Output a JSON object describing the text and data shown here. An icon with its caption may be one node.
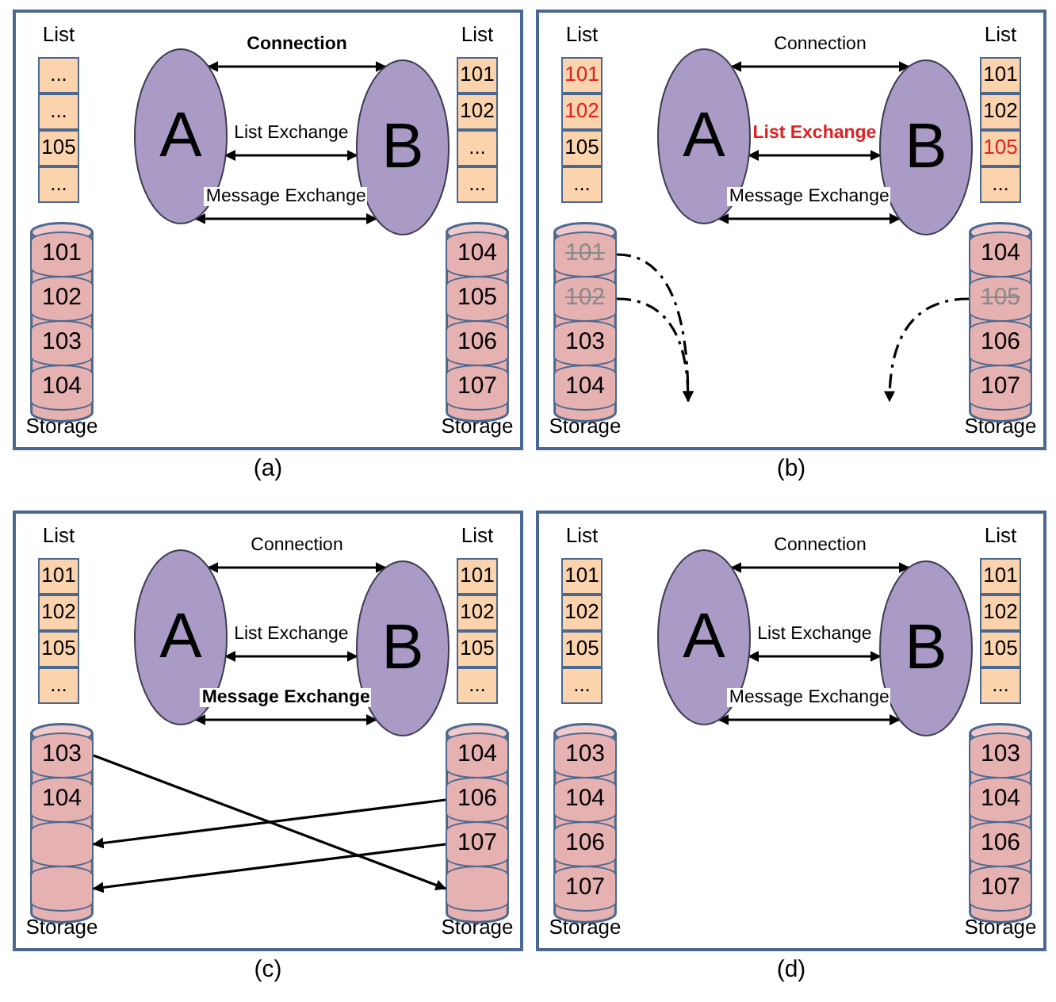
{
  "diagram": {
    "nodes": [
      {
        "text": [],
        "shape": "box",
        "beside": [
          "(a)"
        ]
      },
      {
        "text": [
          "A"
        ],
        "in": 0
      },
      {
        "text": [
          "B"
        ],
        "in": 0
      },
      {
        "text": [
          "List"
        ],
        "in": 0
      },
      {
        "text": [
          "..."
        ],
        "in": 3
      },
      {
        "text": [
          "..."
        ],
        "in": 3
      },
      {
        "text": [
          "105"
        ],
        "in": 3
      },
      {
        "text": [
          "..."
        ],
        "in": 3
      },
      {
        "text": [
          "List"
        ],
        "in": 0
      },
      {
        "text": [
          "101"
        ],
        "in": 8
      },
      {
        "text": [
          "102"
        ],
        "in": 8
      },
      {
        "text": [
          "..."
        ],
        "in": 8
      },
      {
        "text": [
          "..."
        ],
        "in": 8
      },
      {
        "text": [
          "Storage"
        ],
        "in": 0
      },
      {
        "text": [
          "101"
        ],
        "in": 13
      },
      {
        "text": [
          "102"
        ],
        "in": 13
      },
      {
        "text": [
          "103"
        ],
        "in": 13
      },
      {
        "text": [
          "104"
        ],
        "in": 13
      },
      {
        "text": [
          "Storage"
        ],
        "in": 0
      },
      {
        "text": [
          "104"
        ],
        "in": 18
      },
      {
        "text": [
          "105"
        ],
        "in": 18
      },
      {
        "text": [
          "106"
        ],
        "in": 18
      },
      {
        "text": [
          "107"
        ],
        "in": 18
      },
      {
        "text": [],
        "shape": "box",
        "beside": [
          "(b)"
        ]
      },
      {
        "text": [
          "A"
        ],
        "in": 23
      },
      {
        "text": [
          "B"
        ],
        "in": 23
      },
      {
        "text": [
          "List"
        ],
        "in": 23
      },
      {
        "text": [
          "101"
        ],
        "in": 26
      },
      {
        "text": [
          "102"
        ],
        "in": 26
      },
      {
        "text": [
          "105"
        ],
        "in": 26
      },
      {
        "text": [
          "..."
        ],
        "in": 26
      },
      {
        "text": [
          "List"
        ],
        "in": 23
      },
      {
        "text": [
          "101"
        ],
        "in": 31
      },
      {
        "text": [
          "102"
        ],
        "in": 31
      },
      {
        "text": [
          "105"
        ],
        "in": 31
      },
      {
        "text": [
          "..."
        ],
        "in": 31
      },
      {
        "text": [
          "Storage"
        ],
        "in": 23
      },
      {
        "text": [
          "101"
        ],
        "in": 36
      },
      {
        "text": [
          "102"
        ],
        "in": 36
      },
      {
        "text": [
          "103"
        ],
        "in": 36
      },
      {
        "text": [
          "104"
        ],
        "in": 36
      },
      {
        "text": [
          "Storage"
        ],
        "in": 23
      },
      {
        "text": [
          "104"
        ],
        "in": 41
      },
      {
        "text": [
          "105"
        ],
        "in": 41
      },
      {
        "text": [
          "106"
        ],
        "in": 41
      },
      {
        "text": [
          "107"
        ],
        "in": 41
      },
      {
        "text": [],
        "shape": "box",
        "beside": [
          "(c)"
        ]
      },
      {
        "text": [
          "A"
        ],
        "in": 46
      },
      {
        "text": [
          "B"
        ],
        "in": 46
      },
      {
        "text": [
          "List"
        ],
        "in": 46
      },
      {
        "text": [
          "101"
        ],
        "in": 49
      },
      {
        "text": [
          "102"
        ],
        "in": 49
      },
      {
        "text": [
          "105"
        ],
        "in": 49
      },
      {
        "text": [
          "..."
        ],
        "in": 49
      },
      {
        "text": [
          "List"
        ],
        "in": 46
      },
      {
        "text": [
          "101"
        ],
        "in": 54
      },
      {
        "text": [
          "102"
        ],
        "in": 54
      },
      {
        "text": [
          "105"
        ],
        "in": 54
      },
      {
        "text": [
          "..."
        ],
        "in": 54
      },
      {
        "text": [
          "Storage"
        ],
        "in": 46
      },
      {
        "text": [
          "103"
        ],
        "in": 59
      },
      {
        "text": [
          "104"
        ],
        "in": 59
      },
      {
        "text": [],
        "shape": "box",
        "in": 59
      },
      {
        "text": [],
        "shape": "box",
        "in": 59
      },
      {
        "text": [
          "Storage"
        ],
        "in": 46
      },
      {
        "text": [
          "104"
        ],
        "in": 64
      },
      {
        "text": [
          "106"
        ],
        "in": 64
      },
      {
        "text": [
          "107"
        ],
        "in": 64
      },
      {
        "text": [],
        "shape": "box",
        "in": 64
      },
      {
        "text": [],
        "shape": "box",
        "beside": [
          "(d)"
        ]
      },
      {
        "text": [
          "A"
        ],
        "in": 69
      },
      {
        "text": [
          "B"
        ],
        "in": 69
      },
      {
        "text": [
          "List"
        ],
        "in": 69
      },
      {
        "text": [
          "101"
        ],
        "in": 72
      },
      {
        "text": [
          "102"
        ],
        "in": 72
      },
      {
        "text": [
          "105"
        ],
        "in": 72
      },
      {
        "text": [
          "..."
        ],
        "in": 72
      },
      {
        "text": [
          "List"
        ],
        "in": 69
      },
      {
        "text": [
          "101"
        ],
        "in": 77
      },
      {
        "text": [
          "102"
        ],
        "in": 77
      },
      {
        "text": [
          "105"
        ],
        "in": 77
      },
      {
        "text": [
          "..."
        ],
        "in": 77
      },
      {
        "text": [
          "Storage"
        ],
        "in": 69
      },
      {
        "text": [
          "103"
        ],
        "in": 82
      },
      {
        "text": [
          "104"
        ],
        "in": 82
      },
      {
        "text": [
          "106"
        ],
        "in": 82
      },
      {
        "text": [
          "107"
        ],
        "in": 82
      },
      {
        "text": [
          "Storage"
        ],
        "in": 69
      },
      {
        "text": [
          "103"
        ],
        "in": 87
      },
      {
        "text": [
          "104"
        ],
        "in": 87
      },
      {
        "text": [
          "106"
        ],
        "in": 87
      },
      {
        "text": [
          "107"
        ],
        "in": 87
      }
    ],
    "edges": [
      {
        "from": 1,
        "to": 2,
        "arrow": "both",
        "label": "Connection"
      },
      {
        "from": 1,
        "to": 2,
        "arrow": "both",
        "label": "List Exchange"
      },
      {
        "from": 1,
        "to": 2,
        "arrow": "both",
        "label": "Message Exchange"
      },
      {
        "from": 24,
        "to": 25,
        "arrow": "both",
        "label": "Connection"
      },
      {
        "from": 24,
        "to": 25,
        "arrow": "both",
        "label": "List Exchange"
      },
      {
        "from": 24,
        "to": 25,
        "arrow": "both",
        "label": "Message Exchange"
      },
      {
        "from": 37,
        "to": null,
        "arrow": "to",
        "style": "dashed"
      },
      {
        "from": 38,
        "to": null,
        "arrow": "to",
        "style": "dashed"
      },
      {
        "from": 43,
        "to": null,
        "arrow": "to",
        "style": "dashed"
      },
      {
        "from": 47,
        "to": 48,
        "arrow": "both",
        "label": "Connection"
      },
      {
        "from": 47,
        "to": 48,
        "arrow": "both",
        "label": "List Exchange"
      },
      {
        "from": 47,
        "to": 48,
        "arrow": "both",
        "label": "Message Exchange"
      },
      {
        "from": 60,
        "to": 68,
        "arrow": "to"
      },
      {
        "from": 66,
        "to": 62,
        "arrow": "to"
      },
      {
        "from": 67,
        "to": 63,
        "arrow": "to"
      },
      {
        "from": 70,
        "to": 71,
        "arrow": "both",
        "label": "Connection"
      },
      {
        "from": 70,
        "to": 71,
        "arrow": "both",
        "label": "List Exchange"
      },
      {
        "from": 70,
        "to": 71,
        "arrow": "both",
        "label": "Message Exchange"
      }
    ]
  }
}
